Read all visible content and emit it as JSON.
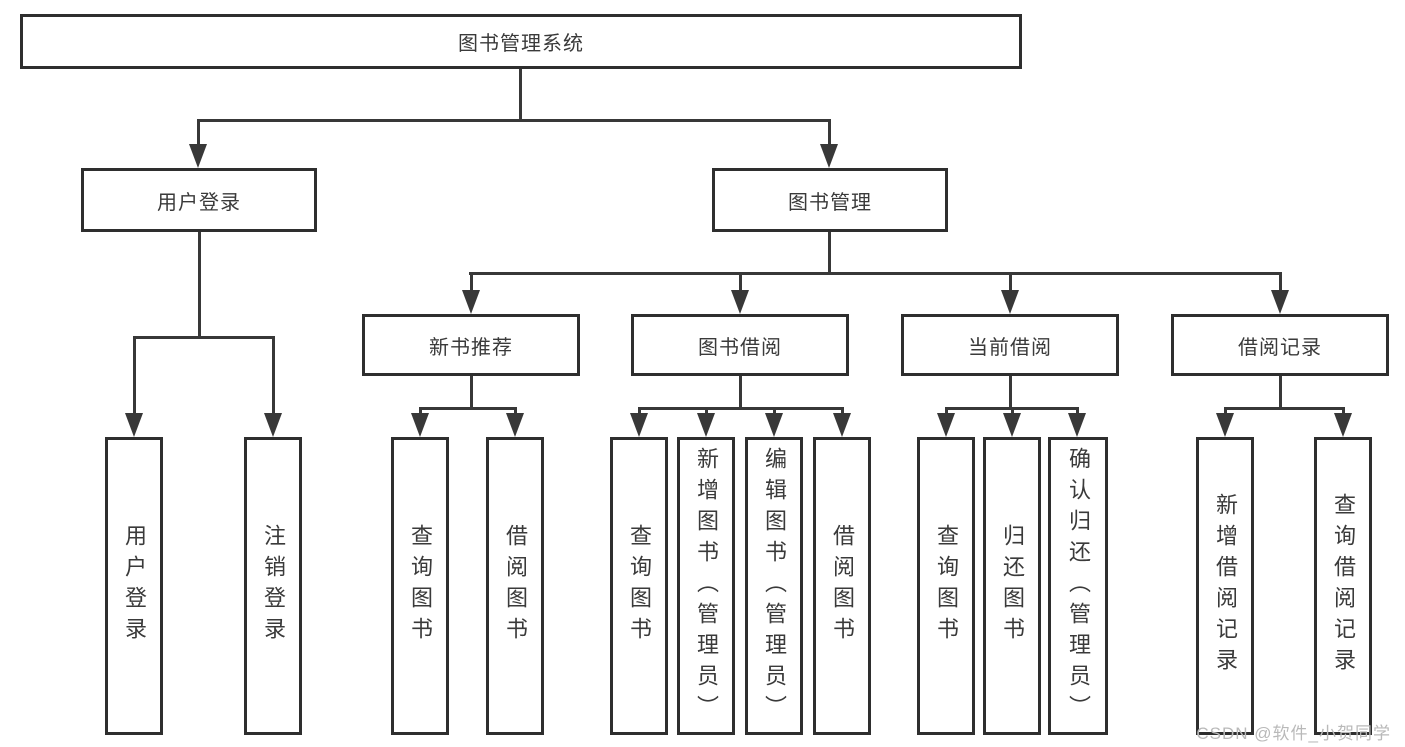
{
  "diagram": {
    "root": {
      "label": "图书管理系统"
    },
    "branches": [
      {
        "label": "用户登录",
        "children": [
          {
            "label": "用户登录"
          },
          {
            "label": "注销登录"
          }
        ]
      },
      {
        "label": "图书管理",
        "children": [
          {
            "label": "新书推荐",
            "children": [
              {
                "label": "查询图书"
              },
              {
                "label": "借阅图书"
              }
            ]
          },
          {
            "label": "图书借阅",
            "children": [
              {
                "label": "查询图书"
              },
              {
                "label": "新增图书（管理员）"
              },
              {
                "label": "编辑图书（管理员）"
              },
              {
                "label": "借阅图书"
              }
            ]
          },
          {
            "label": "当前借阅",
            "children": [
              {
                "label": "查询图书"
              },
              {
                "label": "归还图书"
              },
              {
                "label": "确认归还（管理员）"
              }
            ]
          },
          {
            "label": "借阅记录",
            "children": [
              {
                "label": "新增借阅记录"
              },
              {
                "label": "查询借阅记录"
              }
            ]
          }
        ]
      }
    ],
    "watermark": "CSDN @软件_小贺同学"
  },
  "colors": {
    "line": "#383838",
    "box_border": "#2e2e2e",
    "text": "#3a3a3a",
    "watermark": "#b9b9b9",
    "background": "#ffffff"
  }
}
